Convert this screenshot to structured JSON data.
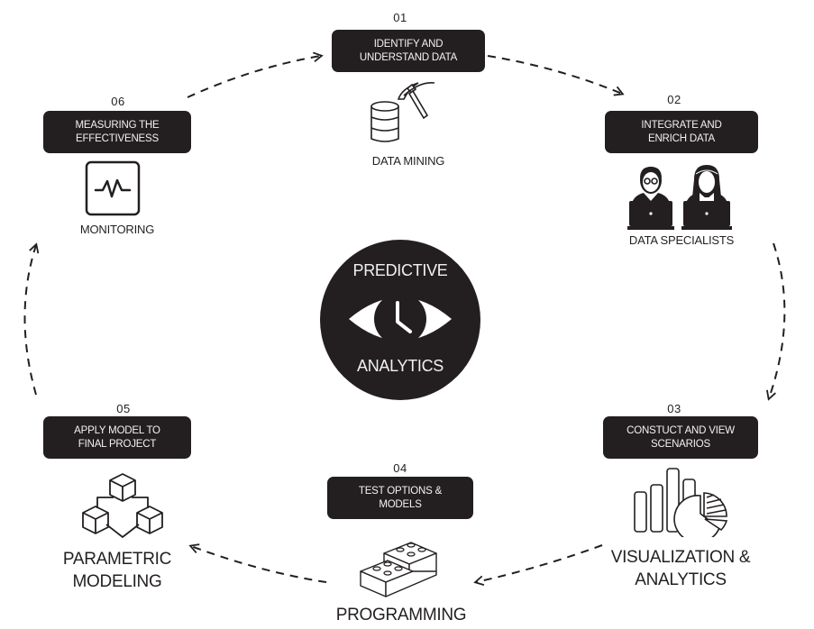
{
  "title_center": {
    "line1": "PREDICTIVE",
    "line2": "ANALYTICS",
    "icon": "eye-clock-icon"
  },
  "steps": [
    {
      "number": "01",
      "box_lines": [
        "IDENTIFY AND",
        "UNDERSTAND DATA"
      ],
      "label_lines": [
        "DATA MINING"
      ],
      "icon": "database-pickaxe-icon"
    },
    {
      "number": "02",
      "box_lines": [
        "INTEGRATE AND",
        "ENRICH DATA"
      ],
      "label_lines": [
        "DATA SPECIALISTS"
      ],
      "icon": "people-laptops-icon"
    },
    {
      "number": "03",
      "box_lines": [
        "CONSTUCT AND VIEW",
        "SCENARIOS"
      ],
      "label_lines": [
        "VISUALIZATION &",
        "ANALYTICS"
      ],
      "icon": "bar-pie-chart-icon"
    },
    {
      "number": "04",
      "box_lines": [
        "TEST OPTIONS &",
        "MODELS"
      ],
      "label_lines": [
        "PROGRAMMING"
      ],
      "icon": "building-blocks-icon"
    },
    {
      "number": "05",
      "box_lines": [
        "APPLY MODEL TO",
        "FINAL PROJECT"
      ],
      "label_lines": [
        "PARAMETRIC",
        "MODELING"
      ],
      "icon": "connected-cubes-icon"
    },
    {
      "number": "06",
      "box_lines": [
        "MEASURING THE",
        "EFFECTIVENESS"
      ],
      "label_lines": [
        "MONITORING"
      ],
      "icon": "heartbeat-monitor-icon"
    }
  ],
  "colors": {
    "box_fill": "#231f20",
    "box_text": "#f2f2f2",
    "line": "#231f20",
    "background": "#ffffff"
  }
}
